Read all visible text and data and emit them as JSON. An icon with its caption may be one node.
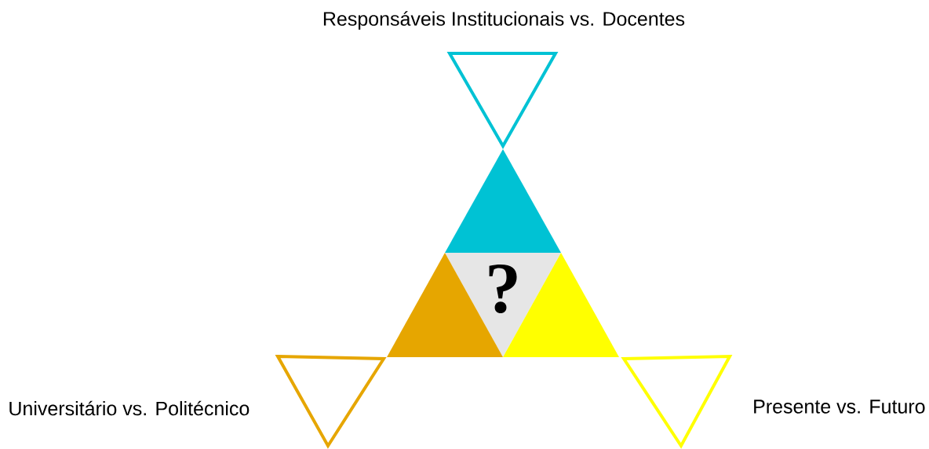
{
  "diagram": {
    "nodes": [
      {
        "text": [
          "?"
        ]
      },
      {
        "text": [],
        "shape": "triangle"
      },
      {
        "text": [],
        "shape": "triangle"
      },
      {
        "text": [],
        "shape": "triangle"
      },
      {
        "text": [
          "Responsáveis Institucionais vs. Docentes"
        ]
      },
      {
        "text": [
          "Universitário vs. Politécnico"
        ]
      },
      {
        "text": [
          "Presente vs. Futuro"
        ]
      }
    ]
  }
}
